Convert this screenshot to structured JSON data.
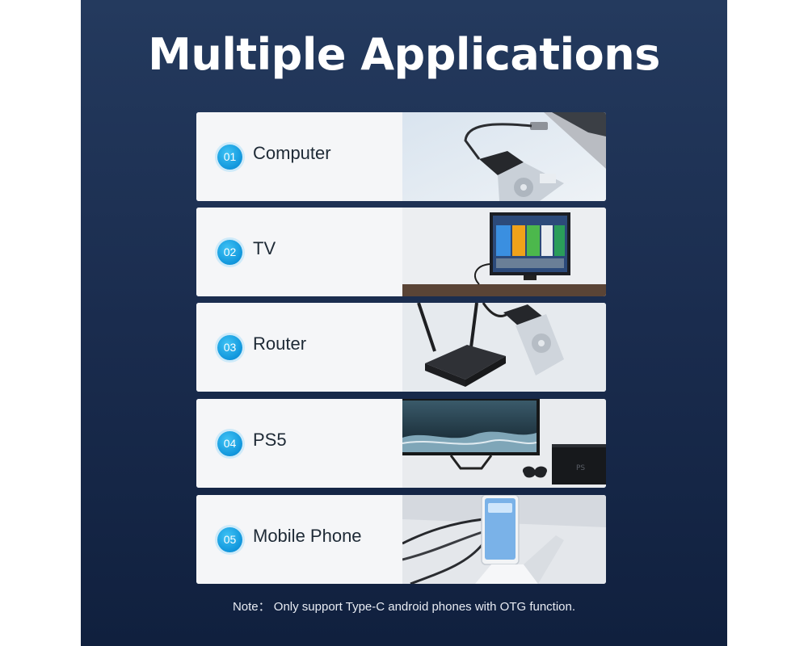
{
  "title": "Multiple Applications",
  "applications": [
    {
      "number": "01",
      "label": "Computer",
      "icon": "computer-scene-icon"
    },
    {
      "number": "02",
      "label": "TV",
      "icon": "tv-scene-icon"
    },
    {
      "number": "03",
      "label": "Router",
      "icon": "router-scene-icon"
    },
    {
      "number": "04",
      "label": "PS5",
      "icon": "ps5-scene-icon"
    },
    {
      "number": "05",
      "label": "Mobile Phone",
      "icon": "mobile-phone-scene-icon"
    }
  ],
  "note": "Note： Only support Type-C android phones with OTG function.",
  "colors": {
    "background": "#1a2c4e",
    "badge": "#1196dc",
    "card": "#f3f4f7",
    "title": "#ffffff"
  }
}
